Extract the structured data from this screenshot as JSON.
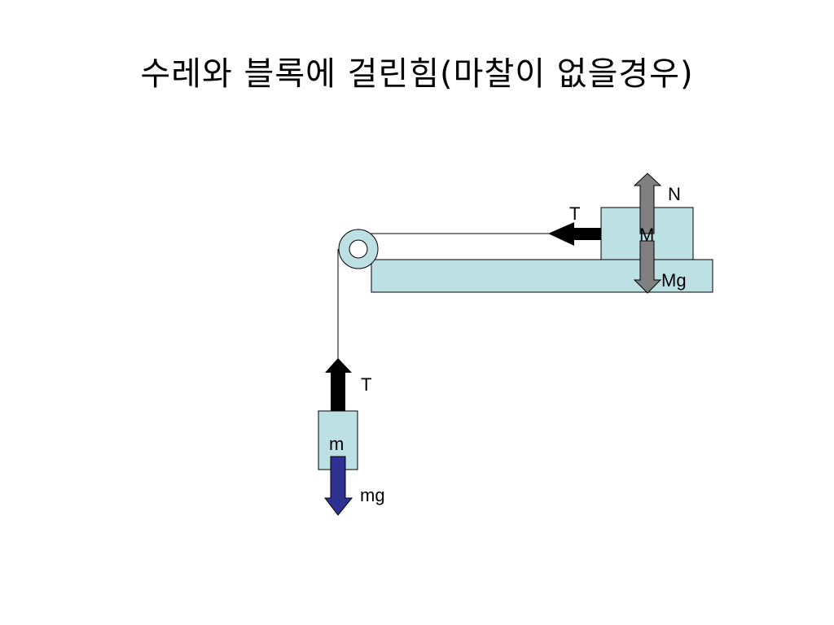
{
  "title": "수레와 블록에 걸린힘(마찰이 없을경우)",
  "labels": {
    "cart_mass": "M",
    "hanging_mass": "m",
    "normal_force": "N",
    "cart_weight": "Mg",
    "hanging_weight": "mg",
    "tension_horizontal": "T",
    "tension_vertical": "T"
  },
  "colors": {
    "block_fill": "#bde0e4",
    "outline": "#000000",
    "tension_arrow": "#000000",
    "normal_arrow": "#808080",
    "cart_weight_arrow": "#808080",
    "hanging_weight_arrow": "#2e3192",
    "background": "#ffffff"
  }
}
